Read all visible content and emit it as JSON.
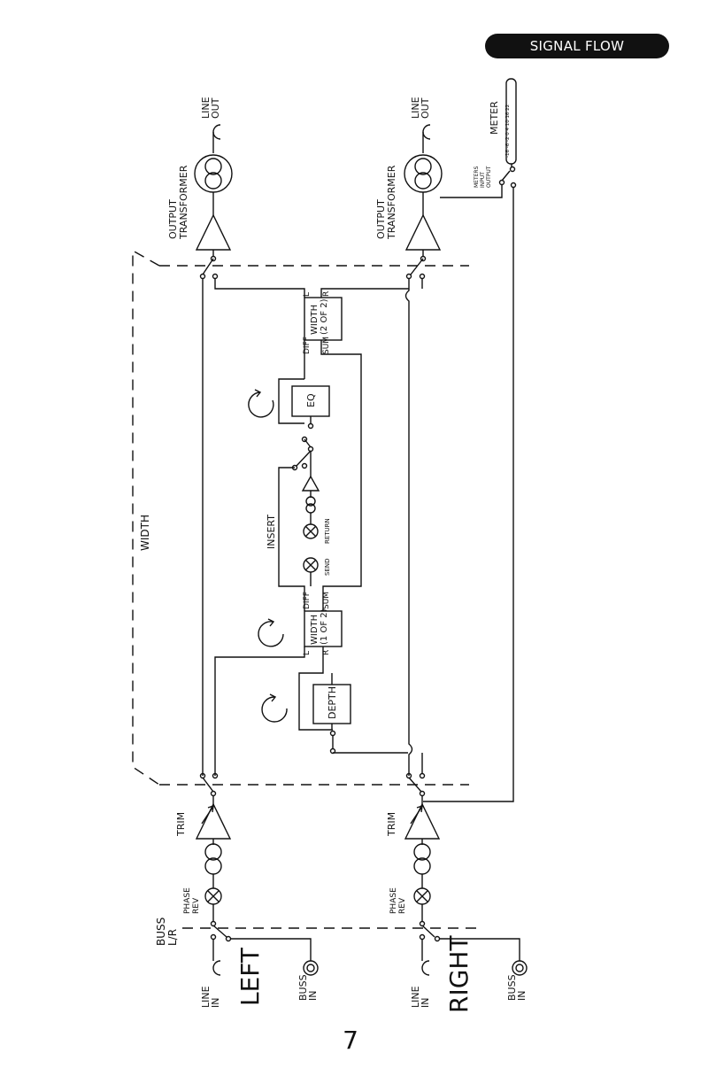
{
  "header": {
    "section_title": "SIGNAL FLOW"
  },
  "page_number": "7",
  "labels": {
    "line_out": [
      "LINE",
      "OUT"
    ],
    "output_transformer": [
      "OUTPUT",
      "TRANSFORMER"
    ],
    "meter": "METER",
    "meter_scale": "-16 -6 -2 0 4 10 16 22",
    "meters_switch": [
      "METERS",
      "INPUT",
      "OUTPUT"
    ],
    "width_block_2": [
      "WIDTH",
      "(2 OF 2)"
    ],
    "width_block_1": [
      "WIDTH",
      "(1 OF 2)"
    ],
    "eq": "EQ",
    "depth": "DEPTH",
    "insert": "INSERT",
    "send": "SEND",
    "return": "RETURN",
    "diff": "DIFF",
    "sum": "SUM",
    "l": "L",
    "r": "R",
    "width": "WIDTH",
    "trim": "TRIM",
    "phase_rev": [
      "PHASE",
      "REV"
    ],
    "buss_lr": [
      "BUSS",
      "L/R"
    ],
    "line_in": [
      "LINE",
      "IN"
    ],
    "buss_in": [
      "BUSS",
      "IN"
    ],
    "left": "LEFT",
    "right": "RIGHT"
  },
  "colors": {
    "ink": "#111111",
    "background": "#ffffff"
  }
}
